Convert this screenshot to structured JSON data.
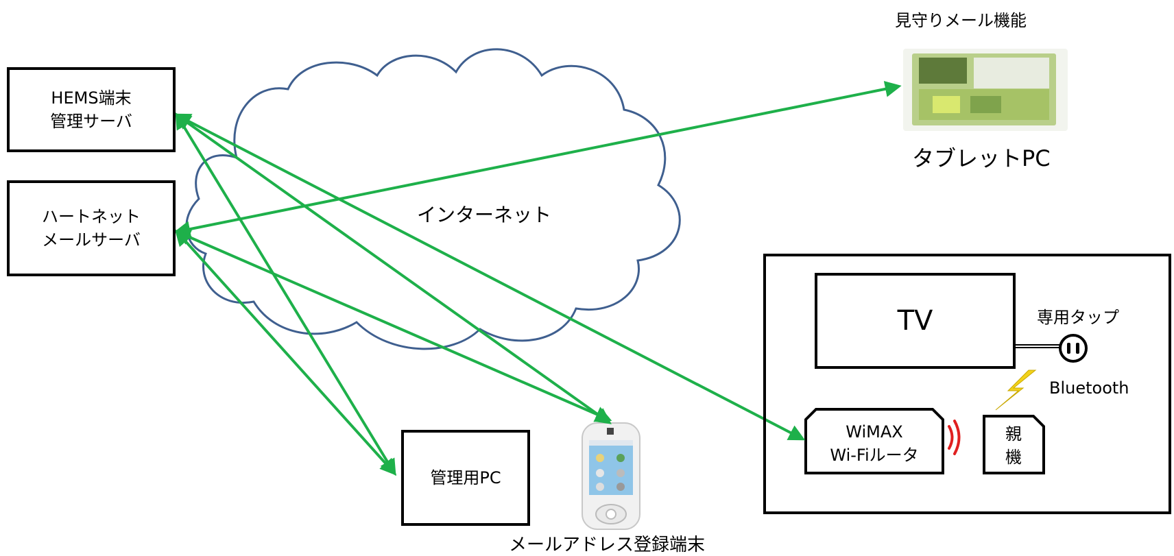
{
  "servers": {
    "hems": {
      "line1": "HEMS端末",
      "line2": "管理サーバ"
    },
    "heartnet": {
      "line1": "ハートネット",
      "line2": "メールサーバ"
    }
  },
  "cloud": {
    "label": "インターネット"
  },
  "admin_pc": {
    "label": "管理用PC"
  },
  "phone": {
    "label": "メールアドレス登録端末"
  },
  "tablet": {
    "feature_label": "見守りメール機能",
    "label": "タブレットPC"
  },
  "home": {
    "tv": "TV",
    "tap": "専用タップ",
    "bluetooth": "Bluetooth",
    "router": {
      "line1": "WiMAX",
      "line2": "Wi-Fiルータ"
    },
    "base": {
      "line1": "親",
      "line2": "機"
    }
  },
  "colors": {
    "arrow": "#1EB04A",
    "cloud_stroke": "#3F5F8F",
    "signal": "#E02020",
    "bolt": "#F2D21B"
  }
}
